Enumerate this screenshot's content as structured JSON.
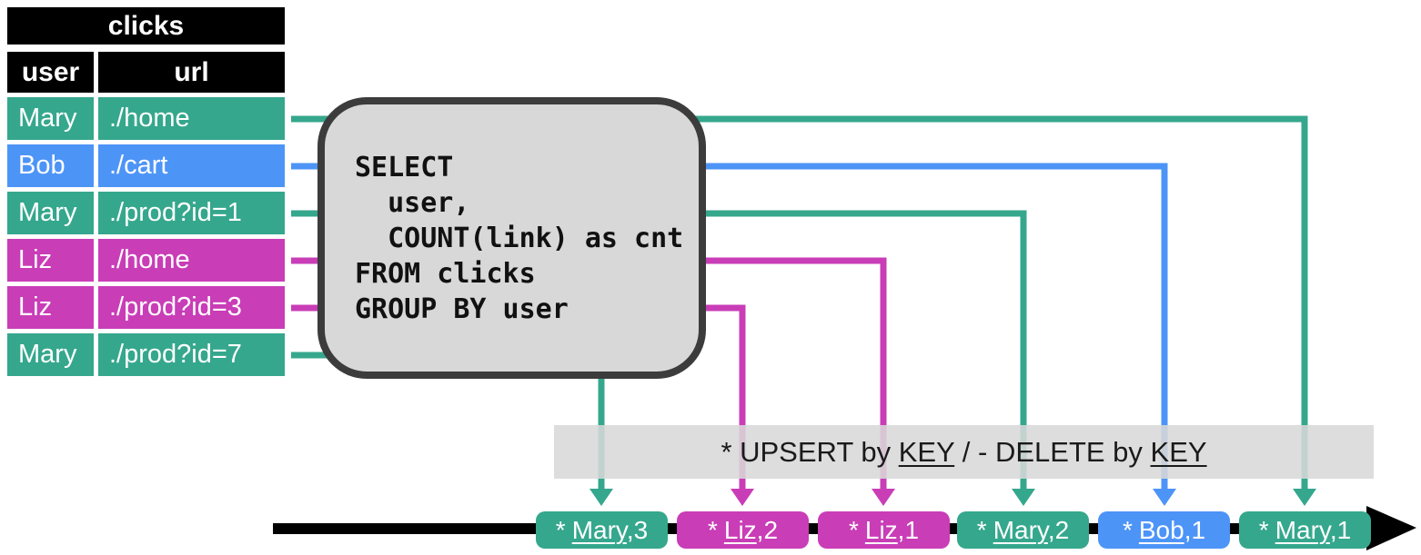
{
  "colors": {
    "teal": "#35A78D",
    "blue": "#4D94F7",
    "magenta": "#C93DB7",
    "timeline": "#000000",
    "table_header_bg": "#000000",
    "table_text": "#FFFFFF",
    "box_fill": "#D8D8D8",
    "box_border": "#3C3C3C",
    "sql_text": "#111111",
    "banner_bg": "rgba(216,216,216,0.88)",
    "banner_text": "#1A1A1A"
  },
  "table": {
    "title": "clicks",
    "columns": {
      "user": "user",
      "url": "url"
    },
    "rows": [
      {
        "user": "Mary",
        "url": "./home",
        "color": "#35A78D"
      },
      {
        "user": "Bob",
        "url": "./cart",
        "color": "#4D94F7"
      },
      {
        "user": "Mary",
        "url": "./prod?id=1",
        "color": "#35A78D"
      },
      {
        "user": "Liz",
        "url": "./home",
        "color": "#C93DB7"
      },
      {
        "user": "Liz",
        "url": "./prod?id=3",
        "color": "#C93DB7"
      },
      {
        "user": "Mary",
        "url": "./prod?id=7",
        "color": "#35A78D"
      }
    ]
  },
  "query": {
    "sql": "SELECT\n  user,\n  COUNT(link) as cnt\nFROM clicks\nGROUP BY user"
  },
  "banner": {
    "part1": "* UPSERT by ",
    "key1": "KEY",
    "part2": " / - DELETE by ",
    "key2": "KEY"
  },
  "timeline": {
    "badges": [
      {
        "marker": "*",
        "name": "Mary",
        "rest": ",3",
        "color": "#35A78D"
      },
      {
        "marker": "*",
        "name": "Liz",
        "rest": ",2",
        "color": "#C93DB7"
      },
      {
        "marker": "*",
        "name": "Liz",
        "rest": ",1",
        "color": "#C93DB7"
      },
      {
        "marker": "*",
        "name": "Mary",
        "rest": ",2",
        "color": "#35A78D"
      },
      {
        "marker": "*",
        "name": "Bob",
        "rest": ",1",
        "color": "#4D94F7"
      },
      {
        "marker": "*",
        "name": "Mary",
        "rest": ",1",
        "color": "#35A78D"
      }
    ]
  }
}
